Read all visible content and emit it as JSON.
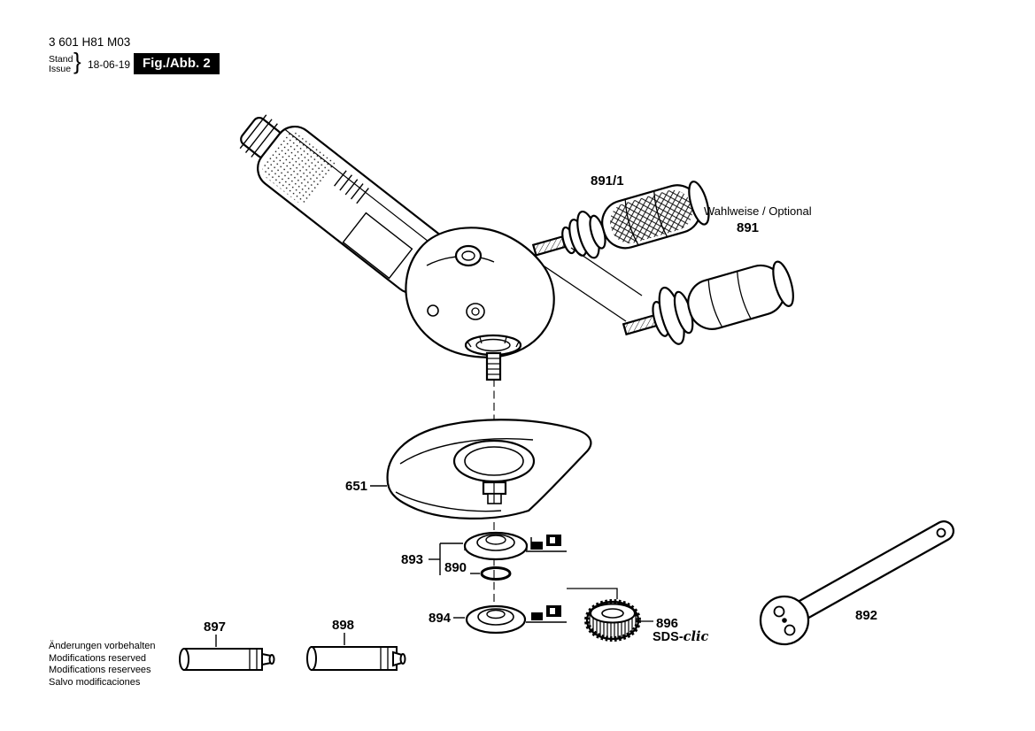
{
  "header": {
    "part_number": "3 601 H81 M03",
    "stand": "Stand",
    "issue": "Issue",
    "brace": "}",
    "date": "18-06-19",
    "figure": "Fig./Abb. 2"
  },
  "labels": {
    "handle_knurled": "891/1",
    "optional_note": "Wahlweise / Optional",
    "handle_optional": "891",
    "guard": "651",
    "flange": "893",
    "oring": "890",
    "backing_flange": "894",
    "clamping_nut": "896",
    "sds_prefix": "SDS-",
    "sds_suffix": "clic",
    "wrench": "892",
    "tube_small": "897",
    "tube_large": "898"
  },
  "footer": {
    "lines": [
      "Änderungen vorbehalten",
      "Modifications reserved",
      "Modifications reservees",
      "Salvo modificaciones"
    ]
  },
  "colors": {
    "ink": "#000000",
    "paper": "#ffffff"
  }
}
